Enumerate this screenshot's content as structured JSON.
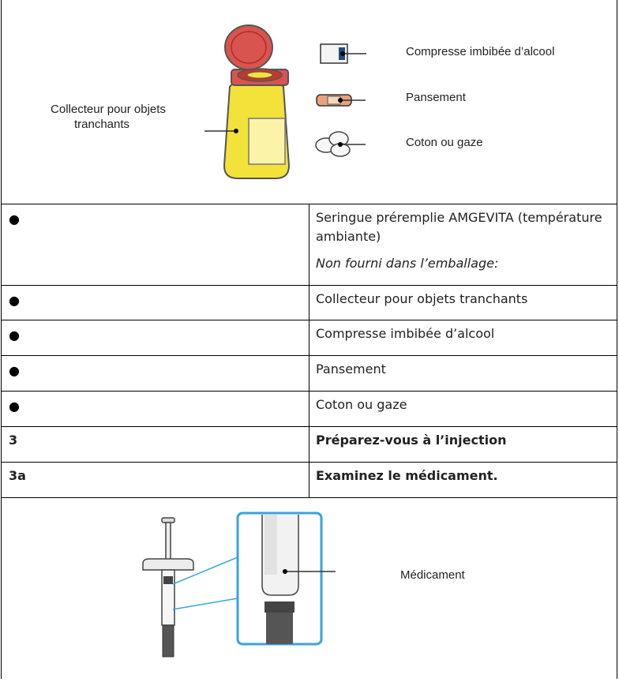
{
  "figure_top": {
    "collector_label_line1": "Collecteur pour objets",
    "collector_label_line2": "tranchants",
    "alcohol_label": "Compresse imbibée d’alcool",
    "bandage_label": "Pansement",
    "cotton_label": "Coton ou gaze"
  },
  "rows": [
    {
      "left": "●",
      "right": "Seringue préremplie AMGEVITA (température ambiante)",
      "note": "Non fourni dans l’emballage:"
    },
    {
      "left": "●",
      "right": "Collecteur pour objets tranchants"
    },
    {
      "left": "●",
      "right": "Compresse imbibée d’alcool"
    },
    {
      "left": "●",
      "right": "Pansement"
    },
    {
      "left": "●",
      "right": "Coton ou gaze"
    },
    {
      "left": "3",
      "right": "Préparez-vous à l’injection"
    },
    {
      "left": "3a",
      "right": "Examinez le médicament."
    }
  ],
  "figure_bottom": {
    "medication_label": "Médicament"
  },
  "colors": {
    "border": "#000000",
    "container_yellow": "#f2e23a",
    "lid_red": "#d9534f",
    "zoom_blue": "#3aa3e0"
  }
}
